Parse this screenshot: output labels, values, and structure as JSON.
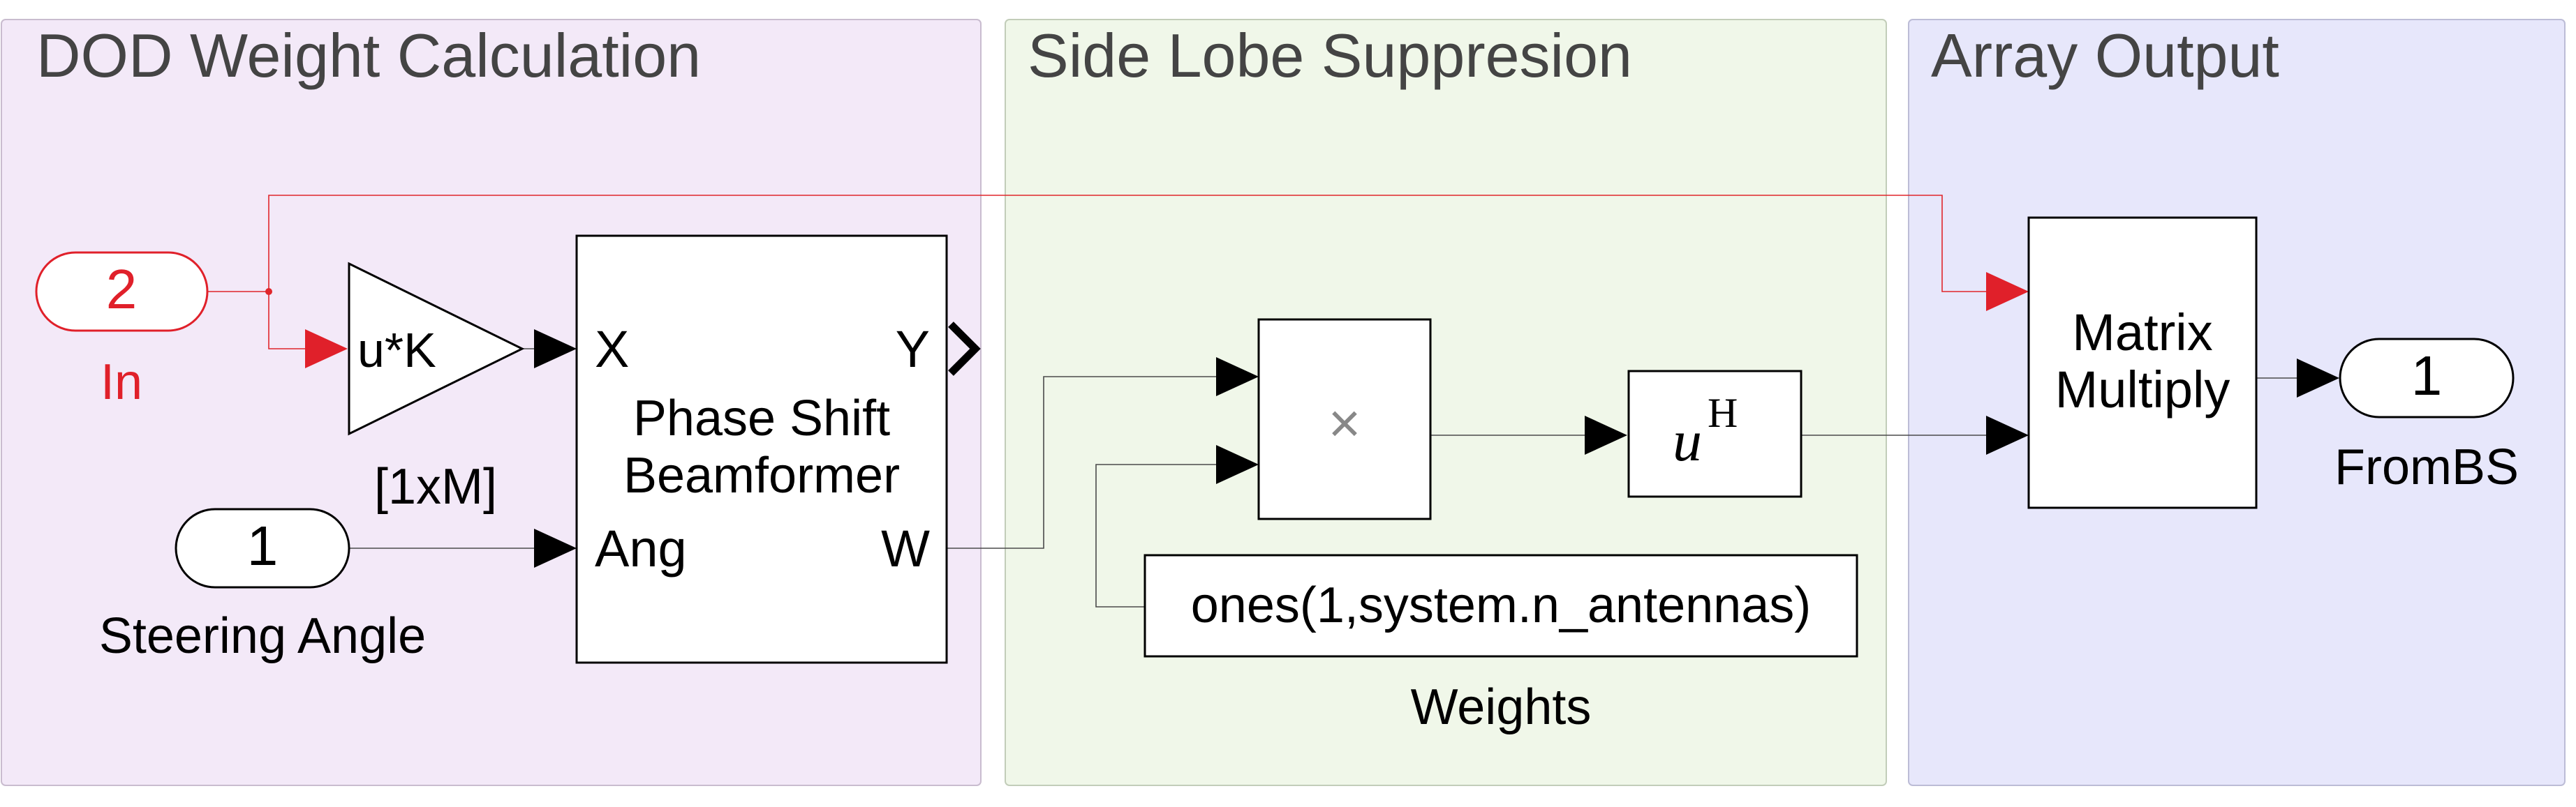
{
  "areas": {
    "dod": {
      "title": "DOD Weight Calculation",
      "fill": "#f3e9f8",
      "stroke": "#c9bccf"
    },
    "sls": {
      "title": "Side Lobe Suppresion",
      "fill": "#f0f7e9",
      "stroke": "#c2cdb9"
    },
    "out": {
      "title": "Array Output",
      "fill": "#e7e7fb",
      "stroke": "#bcbcd6"
    }
  },
  "blocks": {
    "inport_in": {
      "number": "2",
      "name": "In",
      "color": "#e0202a"
    },
    "inport_steer": {
      "number": "1",
      "name": "Steering Angle"
    },
    "gain": {
      "text": "u*K",
      "name": "[1xM]"
    },
    "beamformer": {
      "title_line1": "Phase Shift",
      "title_line2": "Beamformer",
      "port_x": "X",
      "port_ang": "Ang",
      "port_y": "Y",
      "port_w": "W"
    },
    "product": {
      "symbol": "×"
    },
    "hermitian": {
      "base": "u",
      "sup": "H"
    },
    "constant": {
      "value": "ones(1,system.n_antennas)",
      "name": "Weights"
    },
    "matmul": {
      "line1": "Matrix",
      "line2": "Multiply"
    },
    "outport": {
      "number": "1",
      "name": "FromBS"
    }
  }
}
